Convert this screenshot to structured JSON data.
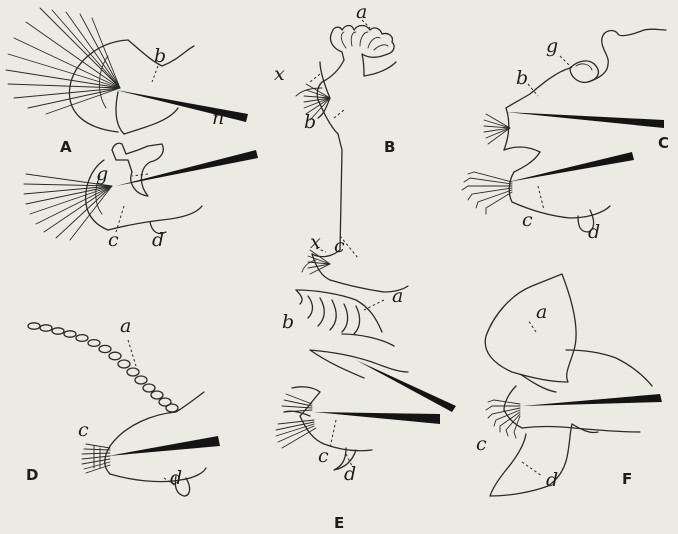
{
  "panels": [
    {
      "id": "A",
      "letters": [
        "b",
        "n",
        "g",
        "c",
        "d"
      ]
    },
    {
      "id": "B",
      "letters": [
        "a",
        "x",
        "b",
        "x",
        "c"
      ]
    },
    {
      "id": "C",
      "letters": [
        "g",
        "b",
        "c",
        "d"
      ]
    },
    {
      "id": "D",
      "letters": [
        "a",
        "c",
        "d"
      ]
    },
    {
      "id": "E",
      "letters": [
        "a",
        "b",
        "c",
        "d"
      ]
    },
    {
      "id": "F",
      "letters": [
        "a",
        "c",
        "d"
      ]
    }
  ],
  "colors": {
    "paper": "#ecebe3",
    "ink": "#1d1d1b"
  }
}
